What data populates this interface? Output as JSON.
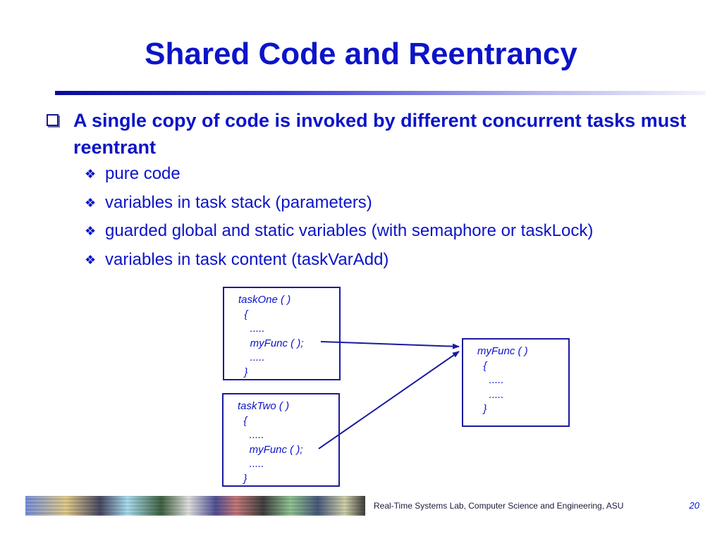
{
  "slide": {
    "title": "Shared Code and Reentrancy",
    "main_bullet": "A single copy of code is invoked by different concurrent tasks must reentrant",
    "sub_bullets": [
      "pure code",
      "variables in task stack (parameters)",
      "guarded global and static variables (with semaphore or taskLock)",
      "variables in task content (taskVarAdd)"
    ]
  },
  "diagram": {
    "task_one": [
      "taskOne ( )",
      "  {",
      "    .....",
      "    myFunc ( );",
      "    .....",
      "  }"
    ],
    "task_two": [
      "taskTwo ( )",
      "  {",
      "    .....",
      "    myFunc ( );",
      "    .....",
      "  }"
    ],
    "my_func": [
      "myFunc ( )",
      "  {",
      "    .....",
      "    .....",
      "  }"
    ]
  },
  "footer": {
    "credit": "Real-Time Systems Lab, Computer Science and Engineering, ASU",
    "page_number": "20"
  },
  "colors": {
    "title_blue": "#0c14c8",
    "rule_dark": "#0a0a9a",
    "box_border": "#1a1aa0"
  },
  "icons": {
    "main_bullet": "hollow-square-icon",
    "sub_bullet": "four-diamond-icon"
  }
}
